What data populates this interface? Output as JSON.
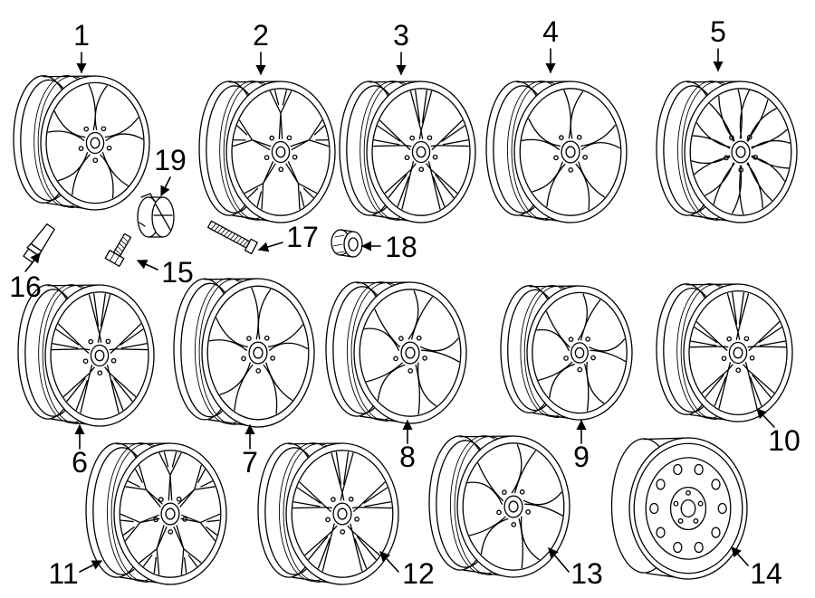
{
  "diagram": {
    "callouts": [
      {
        "id": "1",
        "text": "1"
      },
      {
        "id": "2",
        "text": "2"
      },
      {
        "id": "3",
        "text": "3"
      },
      {
        "id": "4",
        "text": "4"
      },
      {
        "id": "5",
        "text": "5"
      },
      {
        "id": "6",
        "text": "6"
      },
      {
        "id": "7",
        "text": "7"
      },
      {
        "id": "8",
        "text": "8"
      },
      {
        "id": "9",
        "text": "9"
      },
      {
        "id": "10",
        "text": "10"
      },
      {
        "id": "11",
        "text": "11"
      },
      {
        "id": "12",
        "text": "12"
      },
      {
        "id": "13",
        "text": "13"
      },
      {
        "id": "14",
        "text": "14"
      },
      {
        "id": "15",
        "text": "15"
      },
      {
        "id": "16",
        "text": "16"
      },
      {
        "id": "17",
        "text": "17"
      },
      {
        "id": "18",
        "text": "18"
      },
      {
        "id": "19",
        "text": "19"
      }
    ],
    "parts": [
      {
        "callout": "1",
        "kind": "alloy-wheel",
        "spokes": 5,
        "style": "solid"
      },
      {
        "callout": "2",
        "kind": "alloy-wheel",
        "spokes": 5,
        "style": "y-spoke"
      },
      {
        "callout": "3",
        "kind": "alloy-wheel",
        "spokes": 5,
        "style": "split-double"
      },
      {
        "callout": "4",
        "kind": "alloy-wheel",
        "spokes": 5,
        "style": "solid"
      },
      {
        "callout": "5",
        "kind": "alloy-wheel",
        "spokes": 10,
        "style": "multi-spoke"
      },
      {
        "callout": "6",
        "kind": "alloy-wheel",
        "spokes": 5,
        "style": "split-double"
      },
      {
        "callout": "7",
        "kind": "alloy-wheel",
        "spokes": 5,
        "style": "solid"
      },
      {
        "callout": "8",
        "kind": "alloy-wheel",
        "spokes": 5,
        "style": "twisted"
      },
      {
        "callout": "9",
        "kind": "alloy-wheel",
        "spokes": 5,
        "style": "twisted"
      },
      {
        "callout": "10",
        "kind": "alloy-wheel",
        "spokes": 5,
        "style": "split-double"
      },
      {
        "callout": "11",
        "kind": "alloy-wheel",
        "spokes": 7,
        "style": "y-spoke"
      },
      {
        "callout": "12",
        "kind": "alloy-wheel",
        "spokes": 5,
        "style": "split-double"
      },
      {
        "callout": "13",
        "kind": "alloy-wheel",
        "spokes": 5,
        "style": "twisted"
      },
      {
        "callout": "14",
        "kind": "steel-spare-wheel",
        "holes": 10
      },
      {
        "callout": "15",
        "kind": "lug-bolt"
      },
      {
        "callout": "16",
        "kind": "valve-stem"
      },
      {
        "callout": "17",
        "kind": "lock-bolt"
      },
      {
        "callout": "18",
        "kind": "lug-nut-adapter"
      },
      {
        "callout": "19",
        "kind": "center-cap"
      }
    ],
    "line_color": "#000000",
    "background": "#ffffff"
  }
}
